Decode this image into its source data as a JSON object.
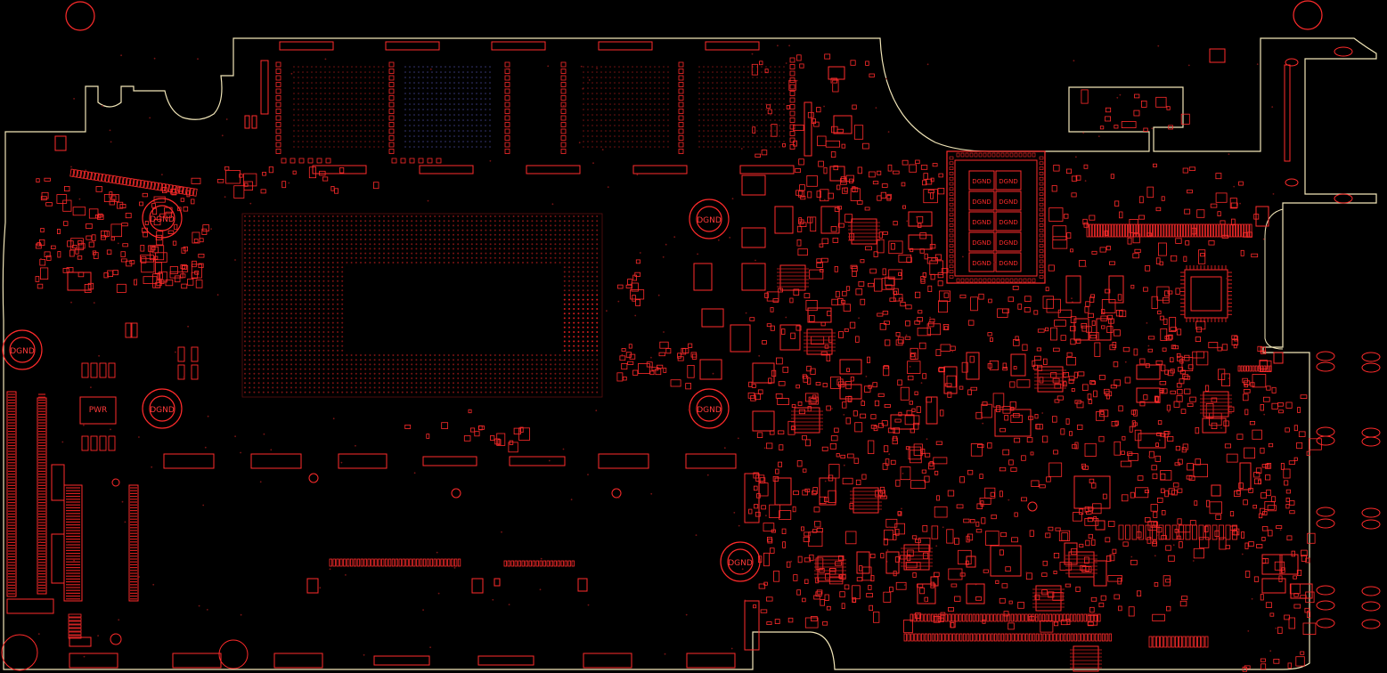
{
  "colors": {
    "background": "#000000",
    "outline": "#f2e6b8",
    "component": "#ff2b2b",
    "pad": "#d41e1e",
    "via": "#7a1414"
  },
  "labels": {
    "dgnd": "DGND",
    "cpu_vrm": "PWR"
  },
  "ground_pads": [
    {
      "id": "gnd-1",
      "label": "DGND"
    },
    {
      "id": "gnd-2",
      "label": "DGND"
    },
    {
      "id": "gnd-3",
      "label": "DGND"
    },
    {
      "id": "gnd-4",
      "label": "DGND"
    },
    {
      "id": "gnd-5",
      "label": "DGND"
    },
    {
      "id": "gnd-6",
      "label": "DGND"
    }
  ],
  "pch_labels": [
    "DGND",
    "DGND",
    "DGND",
    "DGND",
    "DGND",
    "DGND",
    "DGND",
    "DGND",
    "DGND",
    "DGND"
  ]
}
